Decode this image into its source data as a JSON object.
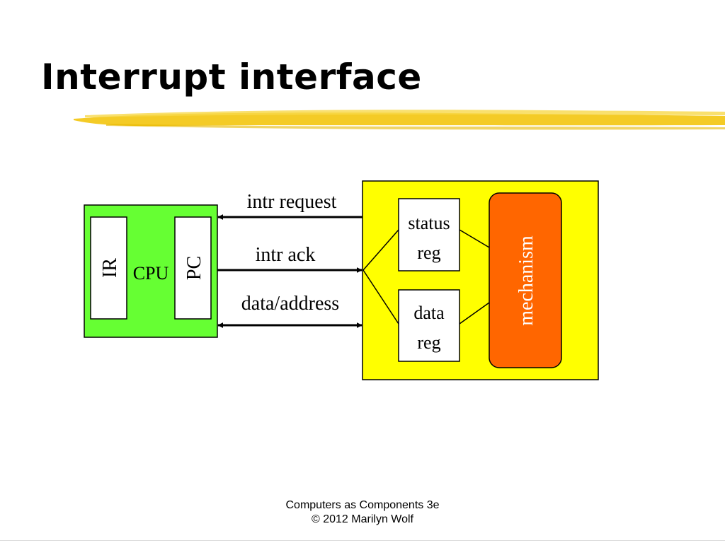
{
  "slide": {
    "title": "Interrupt interface",
    "footer_line1": "Computers as Components 3e",
    "footer_line2": "© 2012 Marilyn Wolf"
  },
  "diagram": {
    "cpu": {
      "label": "CPU",
      "ir_label": "IR",
      "pc_label": "PC"
    },
    "device": {
      "status_reg": [
        "status",
        "reg"
      ],
      "data_reg": [
        "data",
        "reg"
      ],
      "mechanism_label": "mechanism"
    },
    "signals": {
      "intr_request": "intr request",
      "intr_ack": "intr ack",
      "data_address": "data/address"
    },
    "colors": {
      "cpu_fill": "#66ff33",
      "device_fill": "#ffff00",
      "mechanism_fill": "#ff6600",
      "highlighter": "#f2c200"
    }
  }
}
